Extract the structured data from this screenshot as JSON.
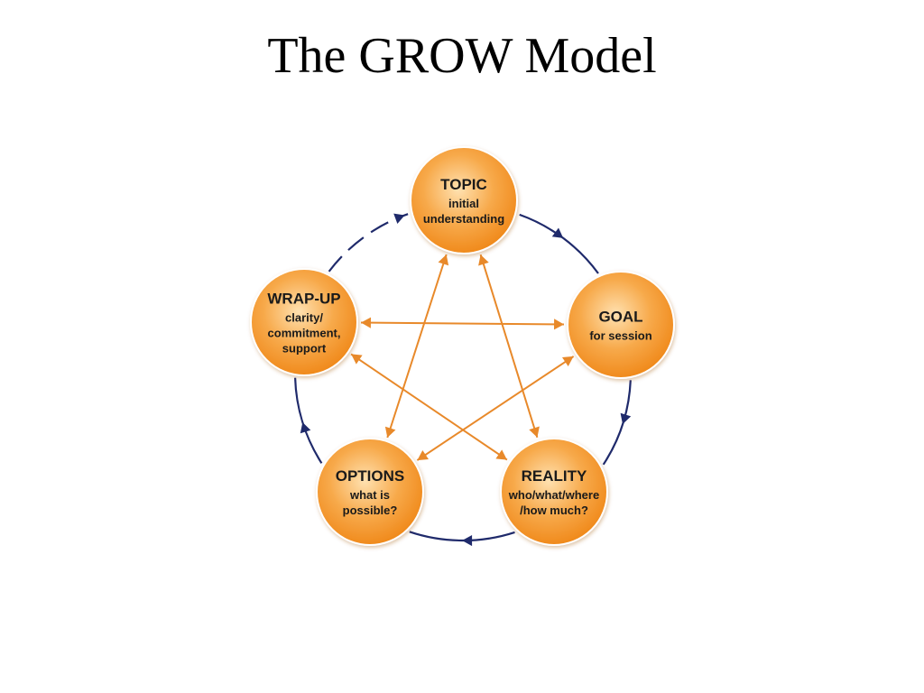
{
  "slide": {
    "title": "The GROW Model"
  },
  "colors": {
    "cycle_arrow": "#1f2a6b",
    "cross_arrow": "#e8892a",
    "node_fill_center": "#ffe1b0",
    "node_fill_edge": "#f08a1c",
    "node_stroke": "#ffffff"
  },
  "diagram": {
    "nodes": [
      {
        "id": "topic",
        "title": "TOPIC",
        "lines": [
          "initial",
          "understanding"
        ]
      },
      {
        "id": "goal",
        "title": "GOAL",
        "lines": [
          "for session"
        ]
      },
      {
        "id": "reality",
        "title": "REALITY",
        "lines": [
          "who/what/where",
          "/how much?"
        ]
      },
      {
        "id": "options",
        "title": "OPTIONS",
        "lines": [
          "what is",
          "possible?"
        ]
      },
      {
        "id": "wrapup",
        "title": "WRAP-UP",
        "lines": [
          "clarity/",
          "commitment,",
          "support"
        ]
      }
    ],
    "cycle_edges": [
      {
        "from": "topic",
        "to": "goal",
        "style": "solid"
      },
      {
        "from": "goal",
        "to": "reality",
        "style": "solid"
      },
      {
        "from": "reality",
        "to": "options",
        "style": "solid"
      },
      {
        "from": "options",
        "to": "wrapup",
        "style": "solid"
      },
      {
        "from": "wrapup",
        "to": "topic",
        "style": "dashed"
      }
    ],
    "cross_edges": [
      {
        "from": "topic",
        "to": "options",
        "direction": "both"
      },
      {
        "from": "topic",
        "to": "reality",
        "direction": "both"
      },
      {
        "from": "wrapup",
        "to": "goal",
        "direction": "both"
      },
      {
        "from": "wrapup",
        "to": "reality",
        "direction": "both"
      },
      {
        "from": "goal",
        "to": "options",
        "direction": "both"
      }
    ]
  }
}
